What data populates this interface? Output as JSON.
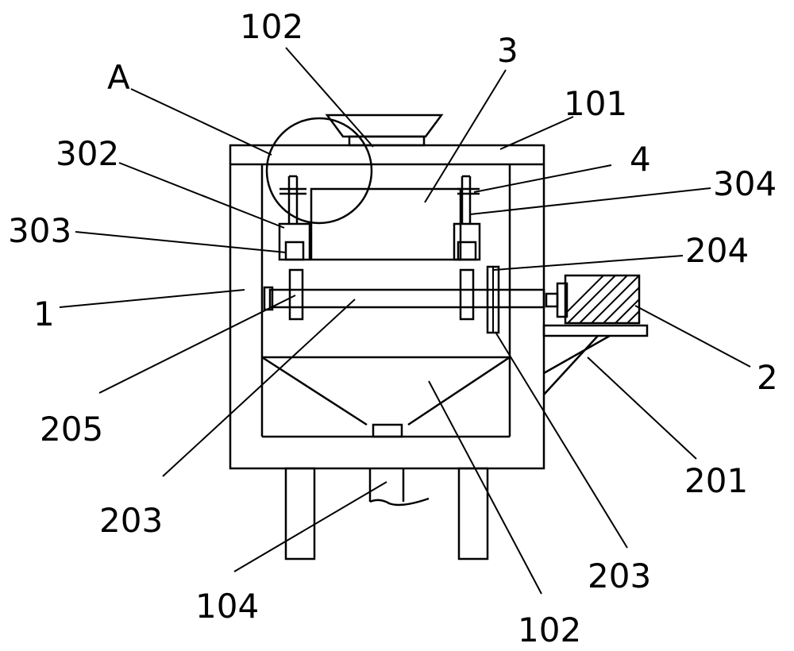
{
  "labels": {
    "l102_top": "102",
    "lA": "A",
    "l3": "3",
    "l101": "101",
    "l302": "302",
    "l4": "4",
    "l304": "304",
    "l303": "303",
    "l204": "204",
    "l1": "1",
    "l2": "2",
    "l205": "205",
    "l203_left": "203",
    "l201": "201",
    "l104": "104",
    "l203_right": "203",
    "l102_bottom": "102"
  }
}
